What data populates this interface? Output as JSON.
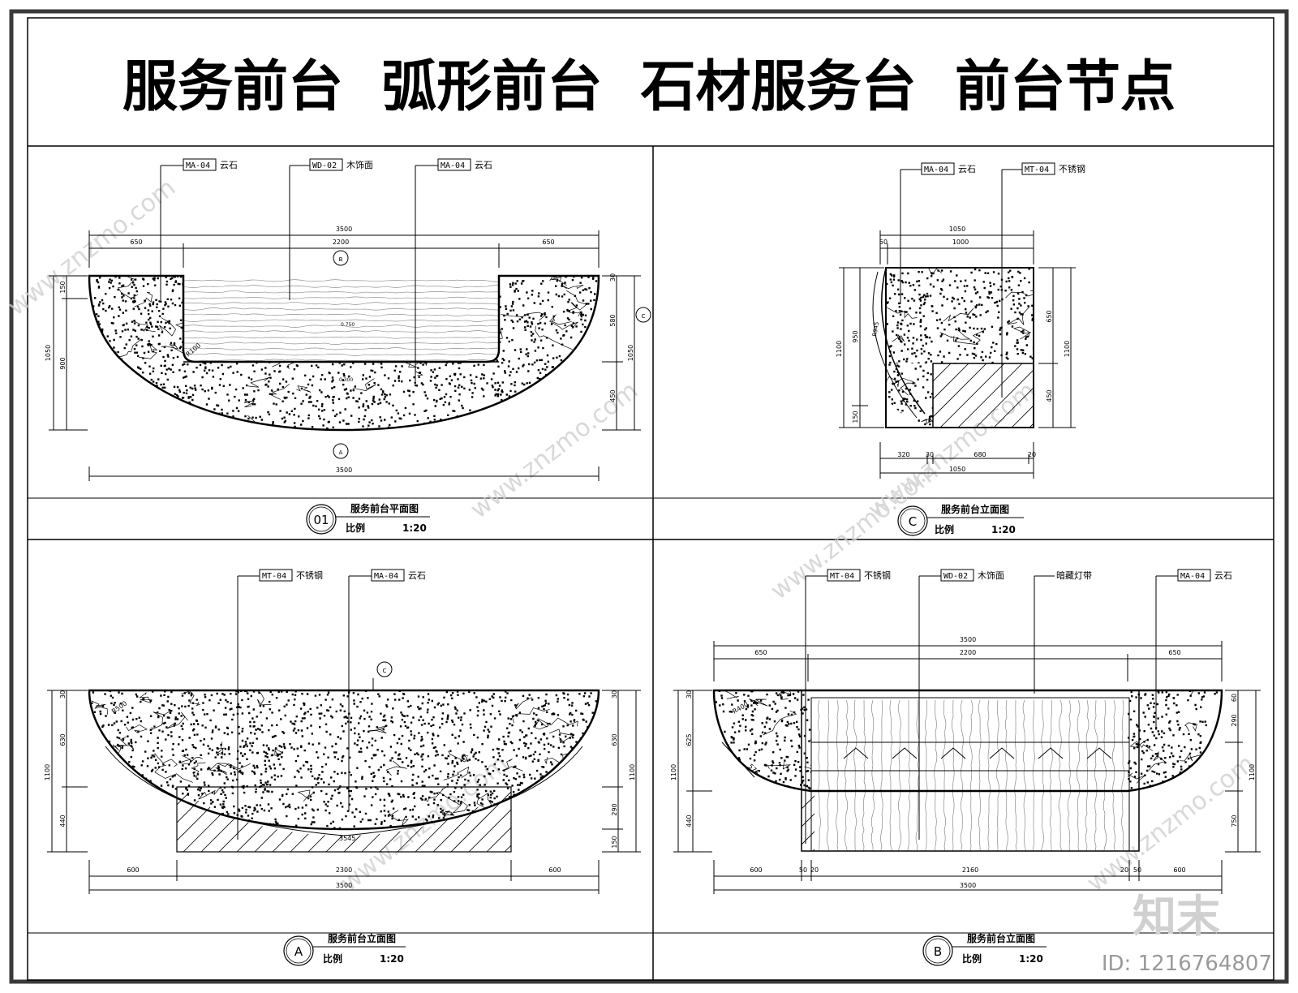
{
  "title": "服务前台  弧形前台  石材服务台  前台节点",
  "watermark": {
    "site": "www.znzmo.com",
    "brand": "知末",
    "id": "ID: 1216764807"
  },
  "colors": {
    "ink": "#000000",
    "paper": "#ffffff",
    "watermark": "#c9c9c9",
    "wood": "#777777"
  },
  "panels": {
    "plan": {
      "tags": [
        {
          "code": "MA-04",
          "text": "云石"
        },
        {
          "code": "WD-02",
          "text": "木饰面"
        },
        {
          "code": "MA-04",
          "text": "云石"
        }
      ],
      "dims_top": [
        "3500",
        "650",
        "2200",
        "650"
      ],
      "dim_bottom": "3500",
      "dims_left": [
        "150",
        "900",
        "1050"
      ],
      "dims_right": [
        "30",
        "580",
        "450",
        "1050"
      ],
      "notes": [
        "R100",
        "0.750",
        "0.300"
      ],
      "marks": [
        "B",
        "A",
        "C"
      ],
      "label": {
        "no": "01",
        "name": "服务前台平面图",
        "scale_label": "比例",
        "scale": "1:20"
      }
    },
    "elevC": {
      "tags": [
        {
          "code": "MA-04",
          "text": "云石"
        },
        {
          "code": "MT-04",
          "text": "不锈钢"
        }
      ],
      "dims_top": [
        "1050",
        "50",
        "1000"
      ],
      "dims_bottom": [
        "320",
        "30",
        "680",
        "20",
        "1050"
      ],
      "dims_left": [
        "1100",
        "950",
        "150"
      ],
      "dims_right": [
        "650",
        "450",
        "1100"
      ],
      "notes": [
        "R945"
      ],
      "label": {
        "no": "C",
        "name": "服务前台立面图",
        "scale_label": "比例",
        "scale": "1:20"
      }
    },
    "elevA": {
      "tags": [
        {
          "code": "MT-04",
          "text": "不锈钢"
        },
        {
          "code": "MA-04",
          "text": "云石"
        }
      ],
      "dims_bottom": [
        "600",
        "2300",
        "600",
        "3500"
      ],
      "dims_left": [
        "30",
        "630",
        "440",
        "1100"
      ],
      "dims_right": [
        "30",
        "630",
        "290",
        "150",
        "1100"
      ],
      "notes": [
        "R500",
        "3545"
      ],
      "marks": [
        "C"
      ],
      "label": {
        "no": "A",
        "name": "服务前台立面图",
        "scale_label": "比例",
        "scale": "1:20"
      }
    },
    "elevB": {
      "tags": [
        {
          "code": "MT-04",
          "text": "不锈钢"
        },
        {
          "code": "WD-02",
          "text": "木饰面"
        },
        {
          "code": "",
          "text": "暗藏灯带"
        },
        {
          "code": "MA-04",
          "text": "云石"
        }
      ],
      "dims_top": [
        "3500",
        "650",
        "2200",
        "650"
      ],
      "dims_bottom": [
        "600",
        "50",
        "20",
        "2160",
        "20",
        "50",
        "600",
        "3500"
      ],
      "dims_left": [
        "30",
        "625",
        "440",
        "1100"
      ],
      "dims_right": [
        "60",
        "290",
        "750",
        "1100"
      ],
      "notes": [
        "R400",
        "575"
      ],
      "label": {
        "no": "B",
        "name": "服务前台立面图",
        "scale_label": "比例",
        "scale": "1:20"
      }
    }
  }
}
